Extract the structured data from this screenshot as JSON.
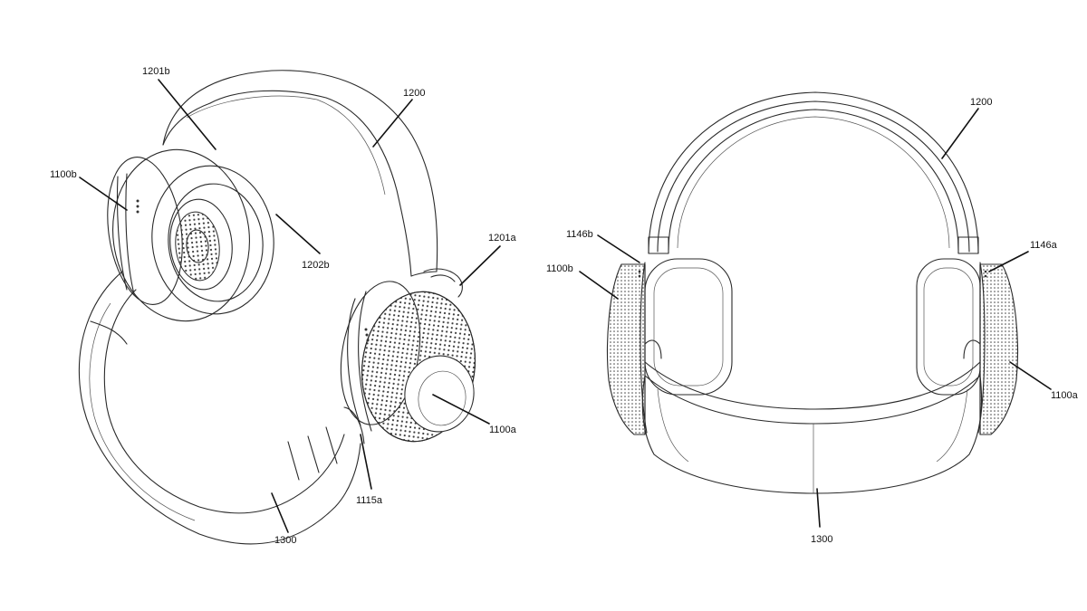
{
  "figures": [
    {
      "name": "perspective-view",
      "labels": {
        "l1201b": "1201b",
        "l1200": "1200",
        "l1100b": "1100b",
        "l1202b": "1202b",
        "l1201a": "1201a",
        "l1100a": "1100a",
        "l1115a": "1115a",
        "l1300": "1300"
      }
    },
    {
      "name": "front-view",
      "labels": {
        "l1200": "1200",
        "l1146b": "1146b",
        "l1146a": "1146a",
        "l1100b": "1100b",
        "l1100a": "1100a",
        "l1300": "1300"
      }
    }
  ]
}
